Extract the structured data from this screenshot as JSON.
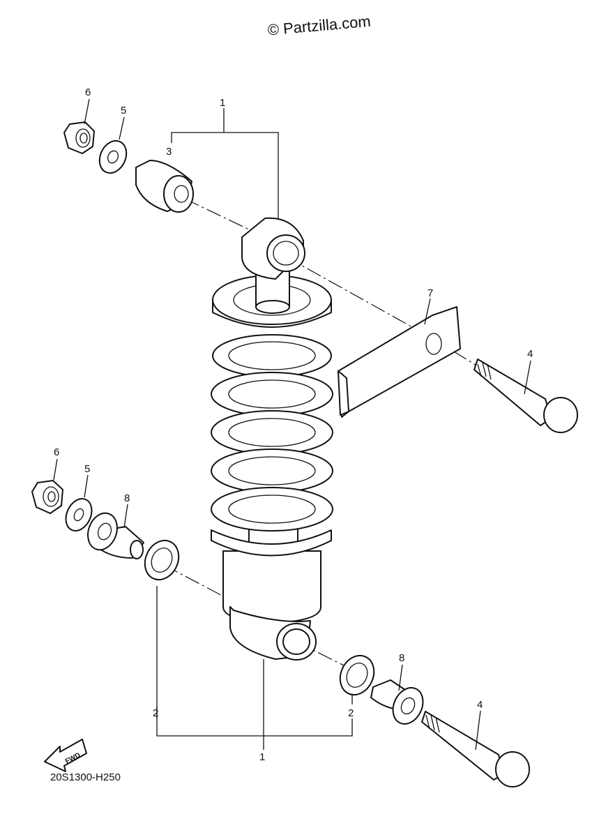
{
  "watermark": "© Partzilla.com",
  "diagram_code": "20S1300-H250",
  "direction_badge": "FWD",
  "callouts": {
    "c1_top": "1",
    "c1_bottom": "1",
    "c2_left": "2",
    "c2_right": "2",
    "c3": "3",
    "c4_top": "4",
    "c4_bottom": "4",
    "c5_top": "5",
    "c5_bottom": "5",
    "c6_top": "6",
    "c6_bottom": "6",
    "c7": "7",
    "c8_left": "8",
    "c8_right": "8"
  }
}
